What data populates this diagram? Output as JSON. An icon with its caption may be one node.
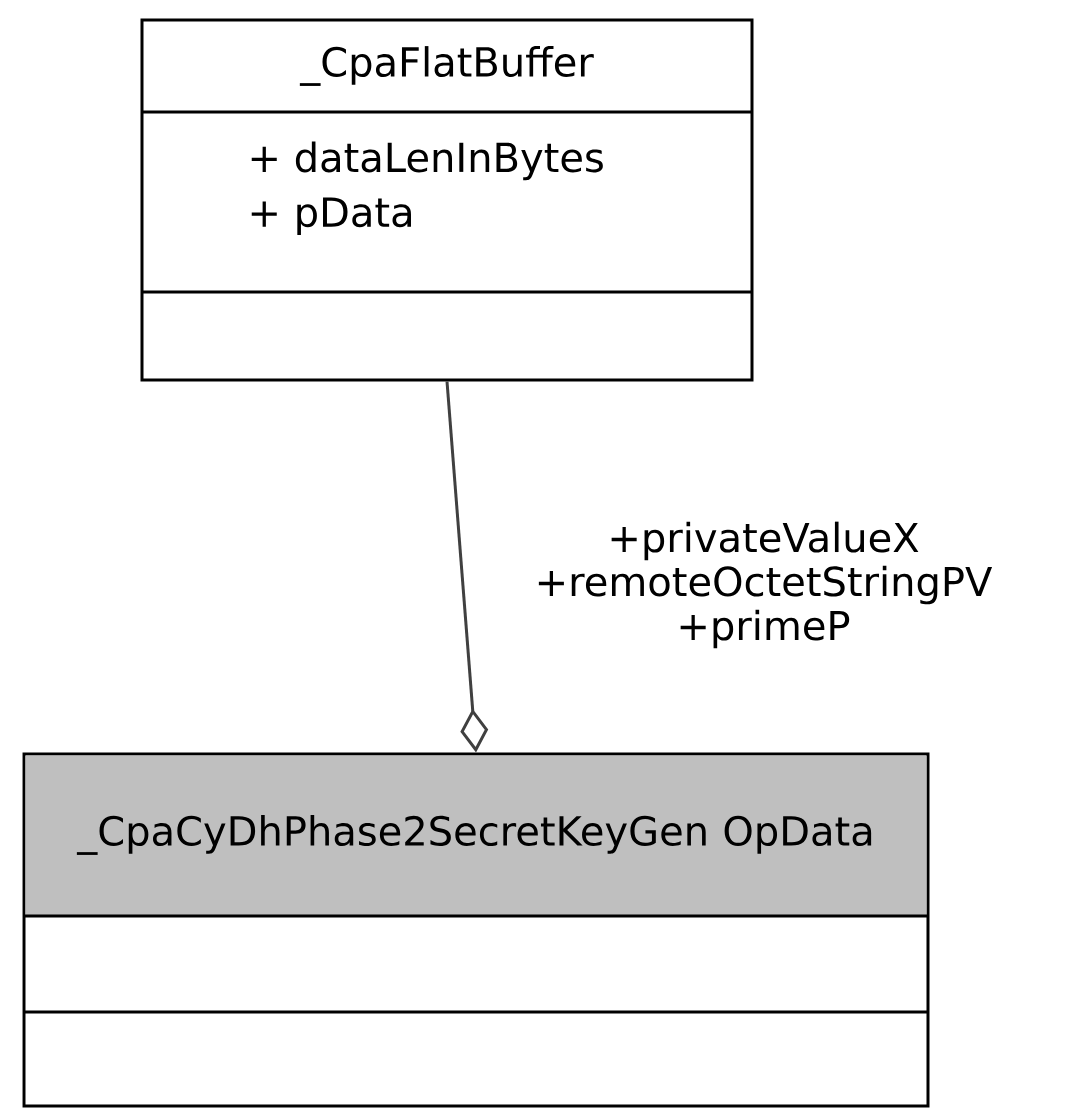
{
  "diagram": {
    "nodes": [
      {
        "text": [
          "_CpaFlatBuffer",
          "+ dataLenInBytes",
          "+ pData"
        ]
      },
      {
        "text": [
          "_CpaCyDhPhase2SecretKeyGen OpData"
        ]
      }
    ],
    "edges": [
      {
        "from": 0,
        "to": 1,
        "arrow": "other",
        "label": "+privateValueX +remoteOctetStringPV +primeP"
      }
    ]
  }
}
